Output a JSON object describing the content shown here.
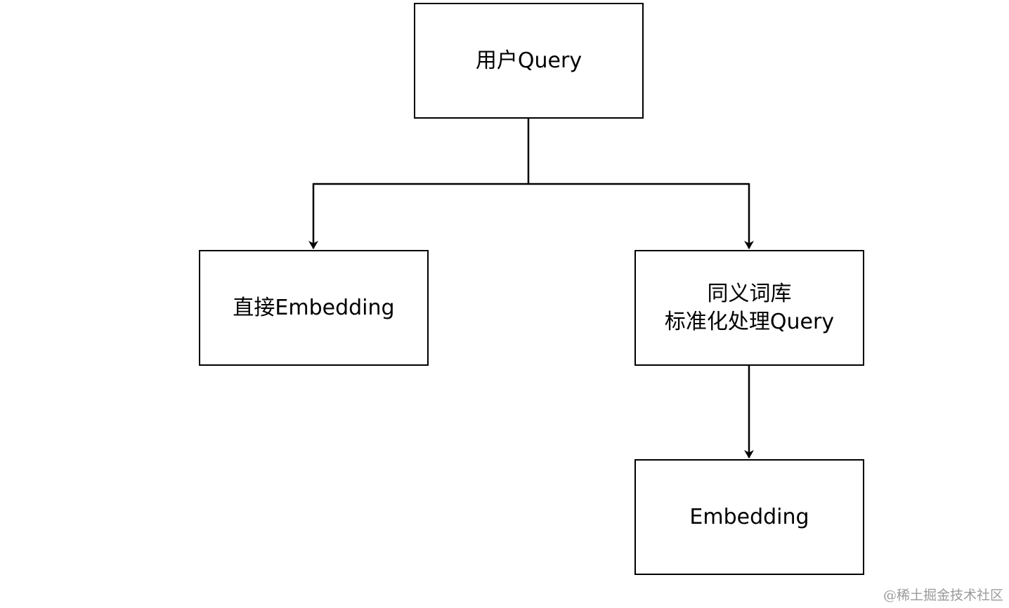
{
  "nodes": {
    "user_query": "用户Query",
    "direct_embedding": "直接Embedding",
    "synonym_line1": "同义词库",
    "synonym_line2": "标准化处理Query",
    "embedding": "Embedding"
  },
  "watermark": "@稀土掘金技术社区",
  "colors": {
    "stroke": "#000000",
    "background": "#ffffff",
    "watermark": "#9a9a9a"
  }
}
